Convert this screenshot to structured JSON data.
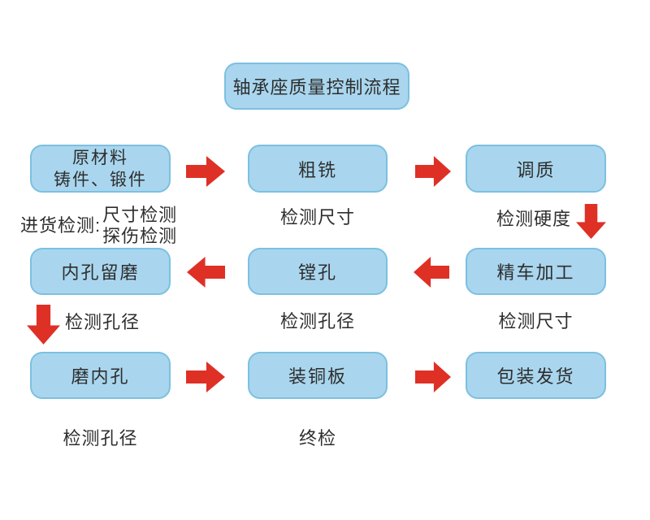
{
  "title": "轴承座质量控制流程",
  "colors": {
    "box_fill": "#a9d6ee",
    "box_border": "#7cc0e0",
    "arrow_red": "#df3026",
    "text": "#2e2e2e",
    "background": "#ffffff"
  },
  "boxes": {
    "raw_material": {
      "line1": "原材料",
      "line2": "铸件、锻件"
    },
    "rough_milling": "粗铣",
    "quench_temper": "调质",
    "bore_grind_allowance": "内孔留磨",
    "boring": "镗孔",
    "fine_turning": "精车加工",
    "grind_inner_hole": "磨内孔",
    "install_copper_plate": "装铜板",
    "pack_ship": "包装发货"
  },
  "captions": {
    "incoming_inspection_label": "进货检测:",
    "incoming_inspection_item1": "尺寸检测",
    "incoming_inspection_item2": "探伤检测",
    "after_rough_milling": "检测尺寸",
    "after_quench_temper": "检测硬度",
    "after_bore_grind_allowance": "检测孔径",
    "after_boring": "检测孔径",
    "after_fine_turning": "检测尺寸",
    "after_grind_inner_hole": "检测孔径",
    "after_install_copper_plate": "终检"
  },
  "icons": {
    "arrow_right": "➡",
    "arrow_left": "⬅",
    "arrow_down": "⬇"
  }
}
